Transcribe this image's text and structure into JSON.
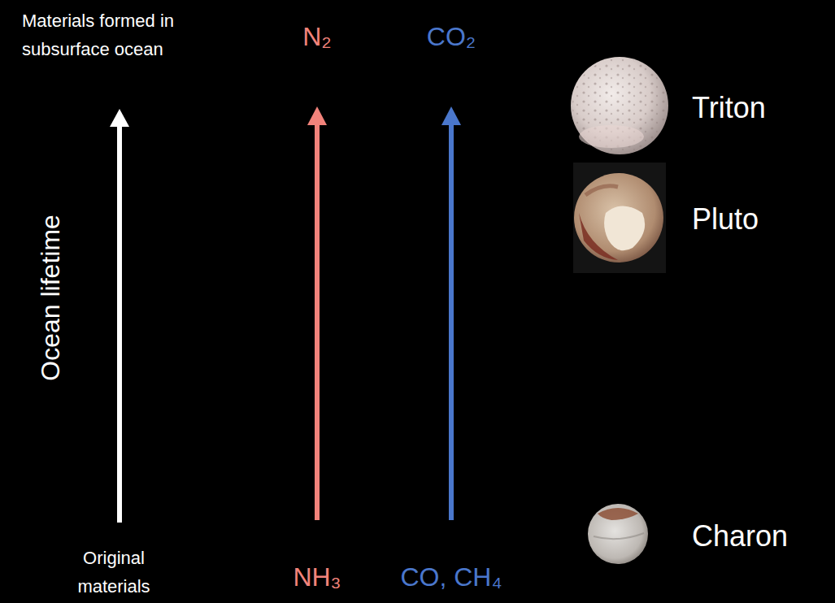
{
  "diagram": {
    "labels": [
      "Materials formed in subsurface ocean",
      "N₂",
      "CO₂",
      "Ocean lifetime",
      "Triton",
      "Pluto",
      "Charon",
      "Original materials",
      "NH₃",
      "CO, CH₄"
    ]
  }
}
